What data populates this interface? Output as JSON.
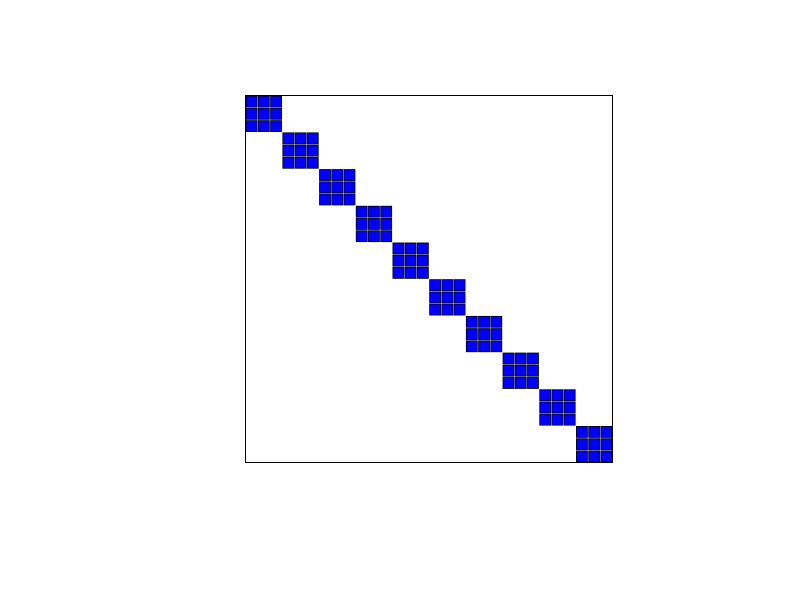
{
  "chart_data": {
    "type": "spy",
    "matrix_rows": 30,
    "matrix_cols": 30,
    "structure": "block-diagonal",
    "block_size": 3,
    "nonzero_blocks": [
      [
        0,
        2
      ],
      [
        3,
        5
      ],
      [
        6,
        8
      ],
      [
        9,
        11
      ],
      [
        12,
        14
      ],
      [
        15,
        17
      ],
      [
        18,
        20
      ],
      [
        21,
        23
      ],
      [
        24,
        26
      ],
      [
        27,
        29
      ]
    ],
    "marker": "square",
    "marker_color": "#0000ff",
    "marker_edge_color": "#000000",
    "xlim": [
      0,
      30
    ],
    "ylim": [
      0,
      30
    ],
    "y_inverted": true,
    "ticks_visible": false,
    "grid": false,
    "title": "",
    "xlabel": "",
    "ylabel": ""
  }
}
